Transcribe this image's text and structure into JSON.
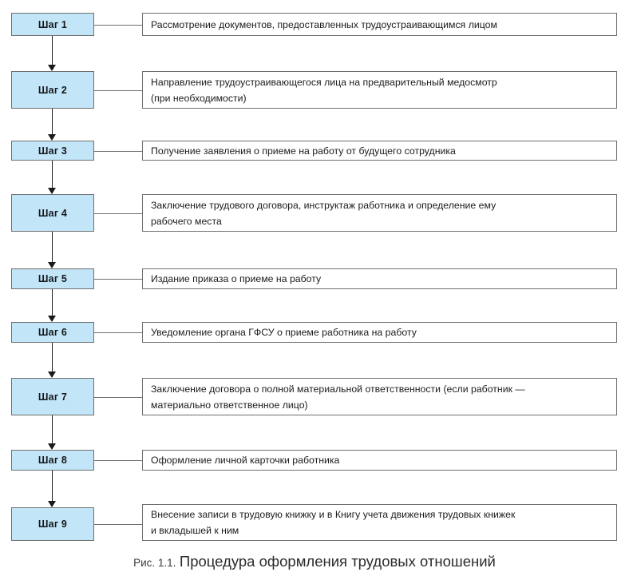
{
  "figure": {
    "caption_prefix": "Рис. 1.1.",
    "caption_title": "Процедура оформления трудовых отношений",
    "accent_fill": "#c3e5f8",
    "border_color": "#6f6f6f",
    "arrow_color": "#1a1a1a"
  },
  "steps": [
    {
      "label": "Шаг 1",
      "lines": [
        "Рассмотрение документов, предоставленных трудоустраивающимся лицом"
      ]
    },
    {
      "label": "Шаг 2",
      "lines": [
        "Направление трудоустраивающегося лица на предварительный медосмотр",
        "(при необходимости)"
      ]
    },
    {
      "label": "Шаг 3",
      "lines": [
        "Получение заявления о приеме на работу от будущего сотрудника"
      ]
    },
    {
      "label": "Шаг 4",
      "lines": [
        "Заключение трудового договора, инструктаж работника и определение ему",
        "рабочего места"
      ]
    },
    {
      "label": "Шаг 5",
      "lines": [
        "Издание приказа о приеме на работу"
      ]
    },
    {
      "label": "Шаг 6",
      "lines": [
        "Уведомление органа ГФСУ о приеме работника на работу"
      ]
    },
    {
      "label": "Шаг 7",
      "lines": [
        "Заключение договора о полной материальной ответственности (если работник —",
        "материально ответственное лицо)"
      ]
    },
    {
      "label": "Шаг 8",
      "lines": [
        "Оформление личной карточки работника"
      ]
    },
    {
      "label": "Шаг 9",
      "lines": [
        "Внесение записи в трудовую книжку и в Книгу учета движения трудовых книжек",
        "и вкладышей к ним"
      ]
    }
  ],
  "layout": {
    "box_tops": [
      16,
      89,
      176,
      243,
      336,
      403,
      473,
      563,
      635
    ],
    "box_heights": [
      29,
      47,
      25,
      47,
      26,
      26,
      47,
      26,
      42
    ],
    "text_tops": [
      16,
      89,
      176,
      243,
      336,
      403,
      473,
      563,
      631
    ],
    "text_heights": [
      29,
      47,
      25,
      47,
      26,
      26,
      47,
      26,
      46
    ]
  }
}
